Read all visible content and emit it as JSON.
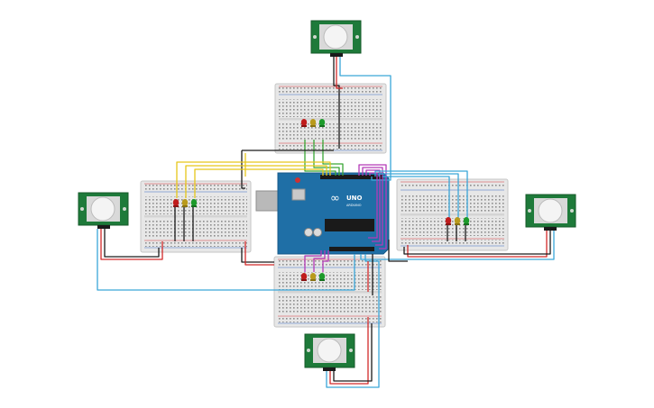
{
  "board": {
    "logo": "∞",
    "model": "UNO",
    "brand": "ARDUINO"
  },
  "colors": {
    "breadboard": "#e6e6e6",
    "breadboard_edge": "#c9c9c9",
    "hole": "#8a8a8a",
    "rail_red": "#d8383a",
    "rail_blue": "#3a6cc4",
    "arduino": "#1f6fa6",
    "pir_board": "#1e7a3a",
    "pir_dome": "#f4f4f4",
    "wire_red": "#d22a2a",
    "wire_black": "#1a1a1a",
    "wire_blue": "#3aa6d8",
    "wire_yellow": "#e6c619",
    "wire_green": "#3aa635",
    "wire_purple": "#b43ab8",
    "led_red": "#c01c1c",
    "led_yellow": "#b99a1c",
    "led_green": "#1c9a2a"
  },
  "pir_sensors": [
    {
      "id": "pir-top"
    },
    {
      "id": "pir-left"
    },
    {
      "id": "pir-right"
    },
    {
      "id": "pir-bottom"
    }
  ],
  "traffic_lights": [
    {
      "id": "top",
      "leds": [
        "red",
        "yellow",
        "green"
      ]
    },
    {
      "id": "left",
      "leds": [
        "red",
        "yellow",
        "green"
      ]
    },
    {
      "id": "right",
      "leds": [
        "red",
        "yellow",
        "green"
      ]
    },
    {
      "id": "bottom",
      "leds": [
        "red",
        "yellow",
        "green"
      ]
    }
  ]
}
